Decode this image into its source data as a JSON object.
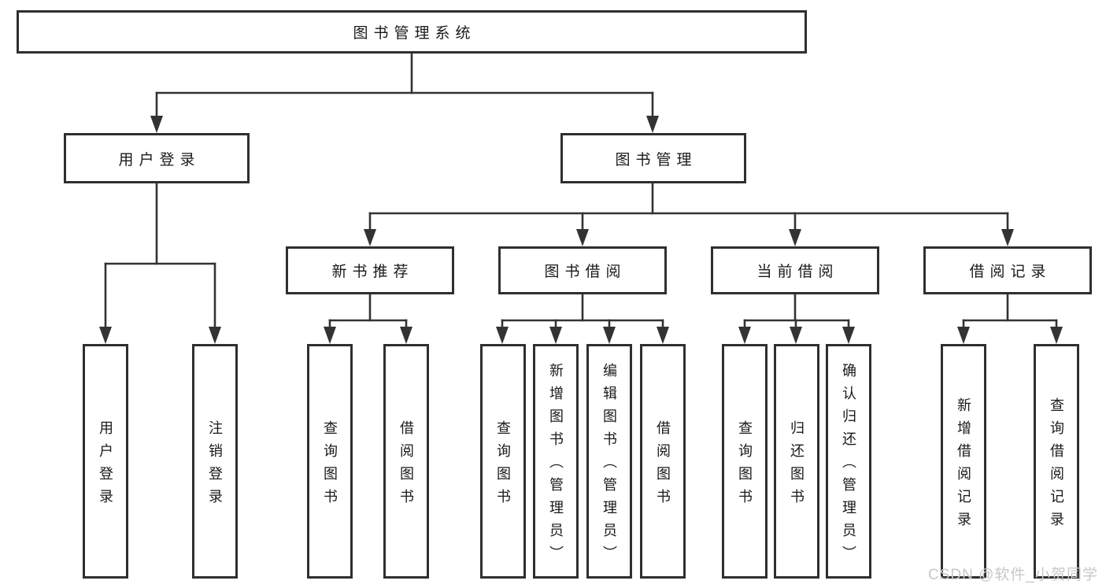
{
  "diagram": {
    "root": {
      "label": "图书管理系统"
    },
    "level2": [
      {
        "label": "用户登录",
        "children": [
          "用户登录",
          "注销登录"
        ]
      },
      {
        "label": "图书管理"
      }
    ],
    "level3": [
      {
        "label": "新书推荐",
        "children": [
          "查询图书",
          "借阅图书"
        ]
      },
      {
        "label": "图书借阅",
        "children": [
          "查询图书",
          "新增图书（管理员）",
          "编辑图书（管理员）",
          "借阅图书"
        ]
      },
      {
        "label": "当前借阅",
        "children": [
          "查询图书",
          "归还图书",
          "确认归还（管理员）"
        ]
      },
      {
        "label": "借阅记录",
        "children": [
          "新增借阅记录",
          "查询借阅记录"
        ]
      }
    ]
  },
  "watermark": "CSDN @软件_小贺同学",
  "colors": {
    "line": "#333333",
    "border": "#2f2f2f",
    "text": "#1a1a1a",
    "background": "#ffffff",
    "watermark": "#c8c8c8"
  }
}
